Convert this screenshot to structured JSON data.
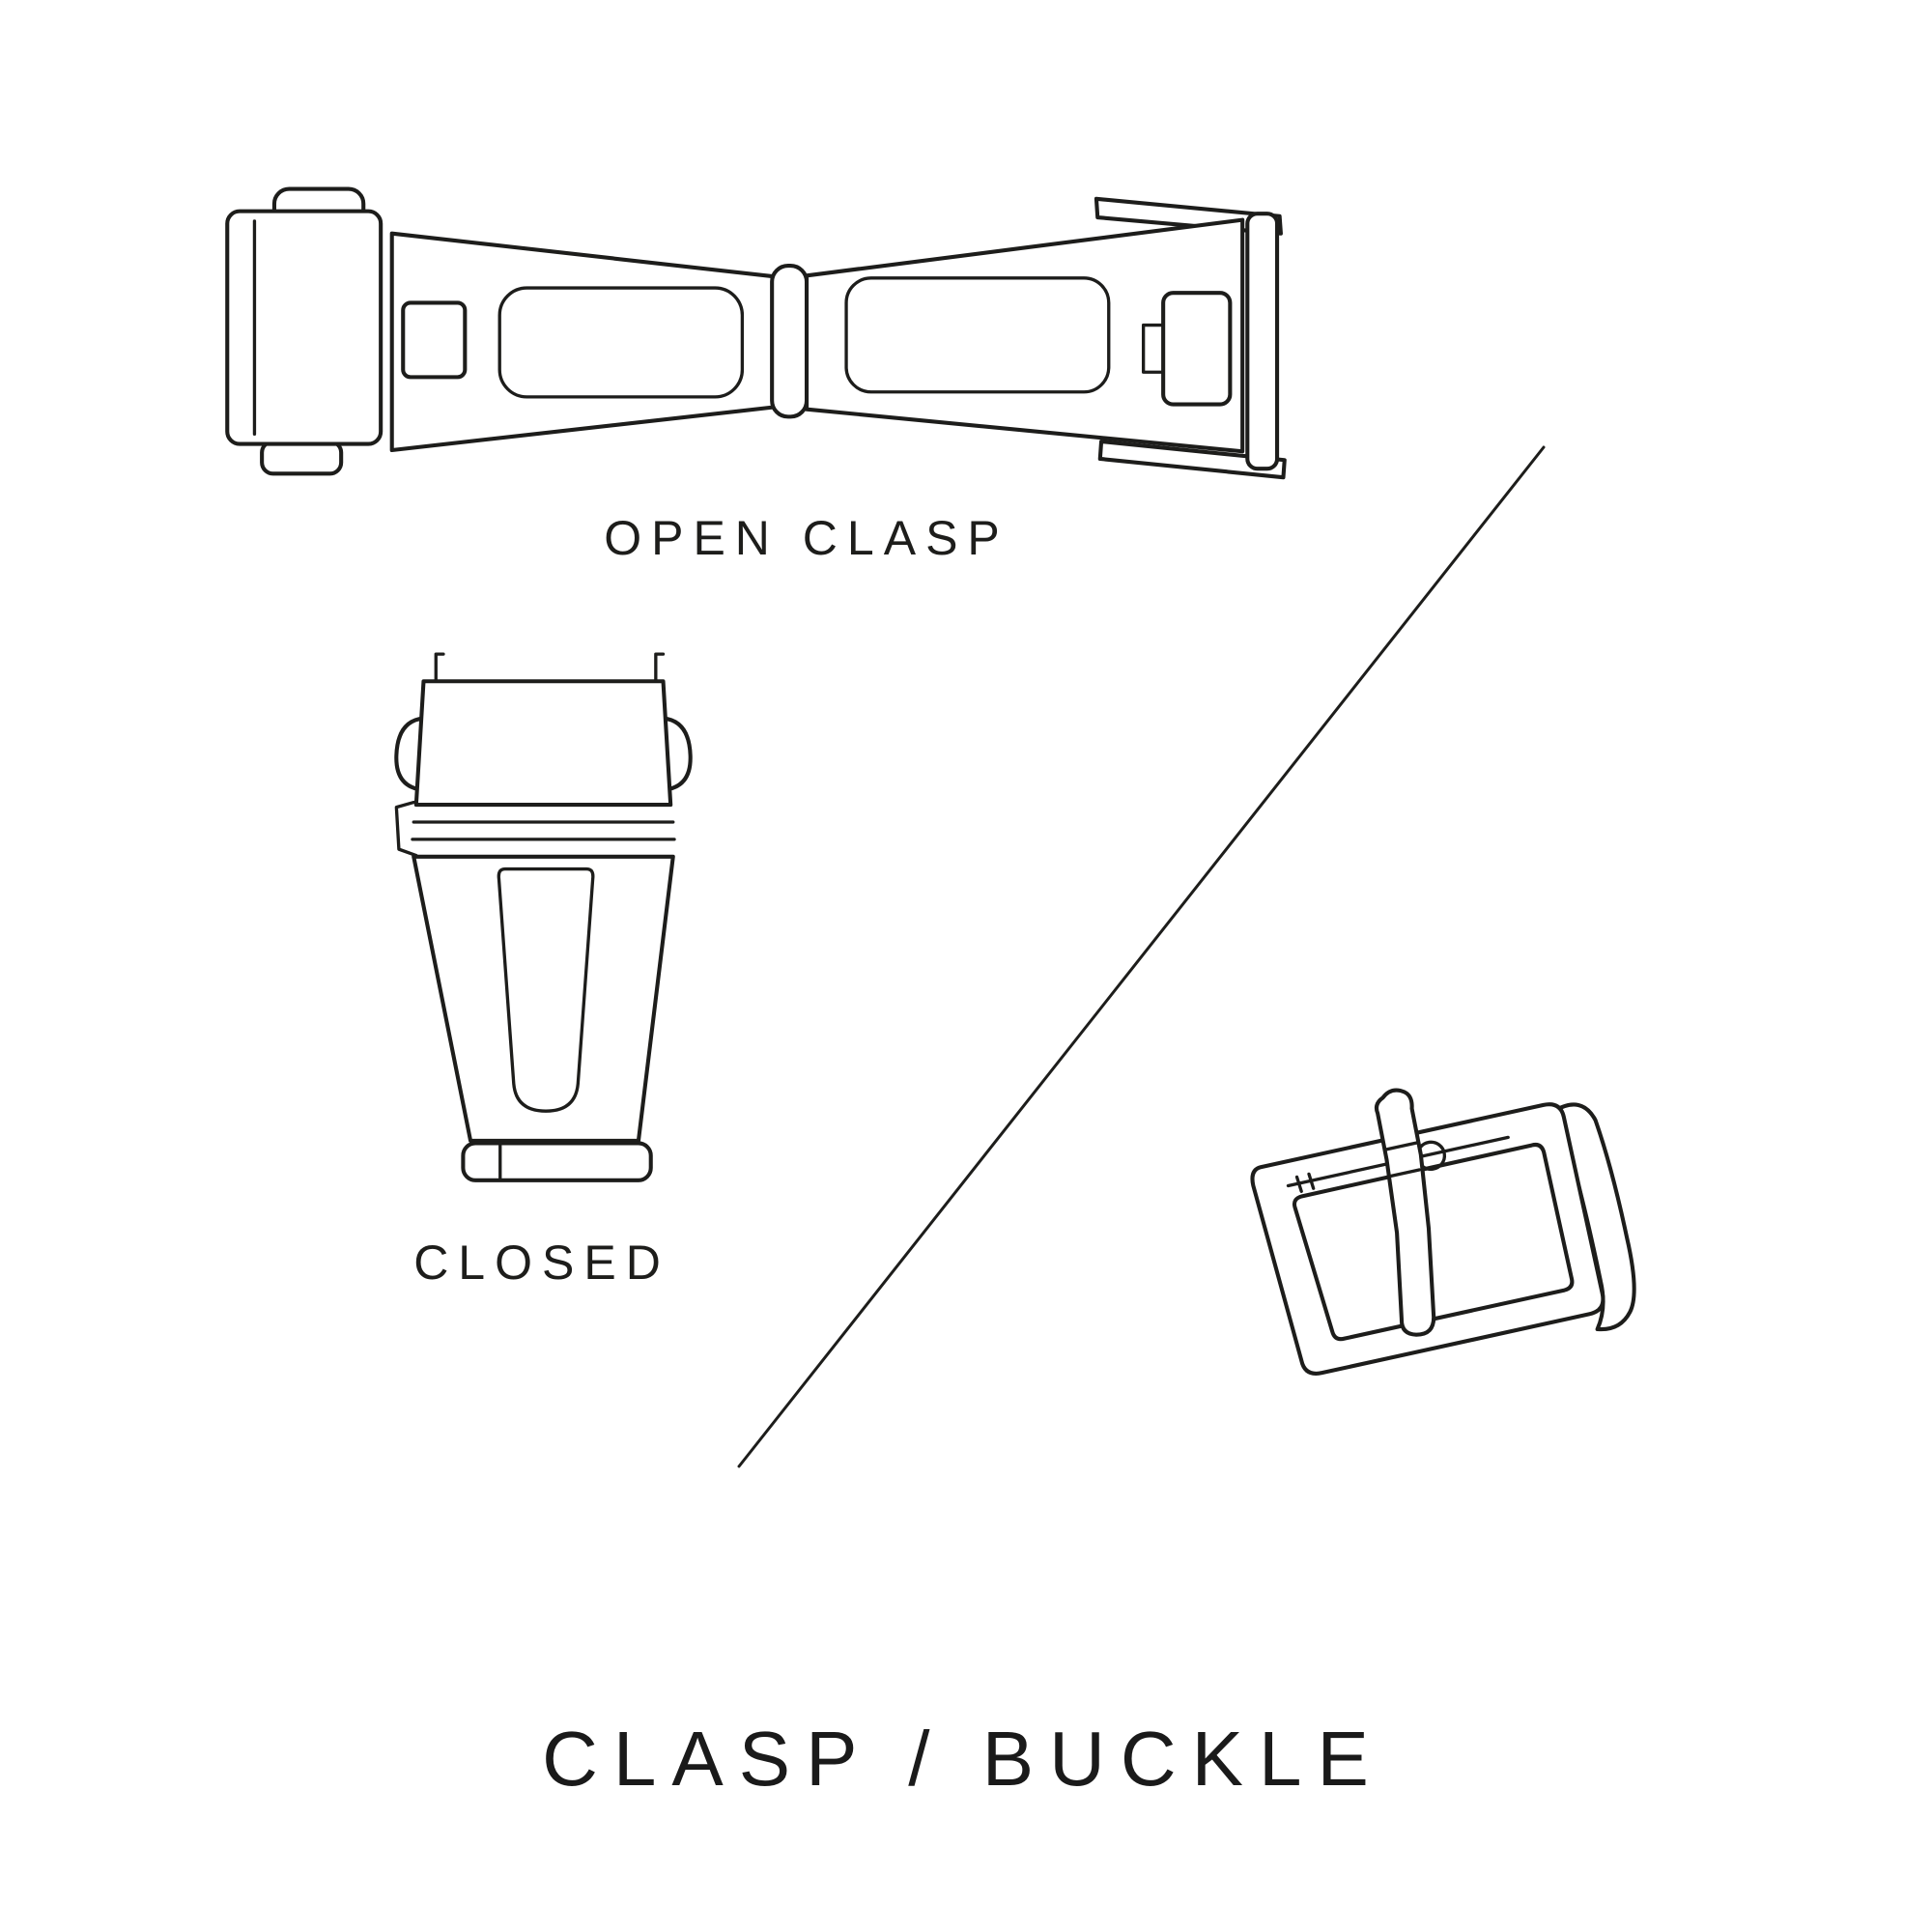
{
  "canvas": {
    "background_color": "#ffffff",
    "ink_color": "#1d1d1b"
  },
  "diagram": {
    "open_clasp": {
      "label": "OPEN CLASP",
      "icon": "open-clasp-illustration"
    },
    "closed_clasp": {
      "label": "CLOSED",
      "icon": "closed-clasp-illustration"
    },
    "buckle": {
      "icon": "tang-buckle-illustration"
    },
    "divider": {
      "icon": "diagonal-divider-line"
    },
    "title": "CLASP / BUCKLE"
  }
}
